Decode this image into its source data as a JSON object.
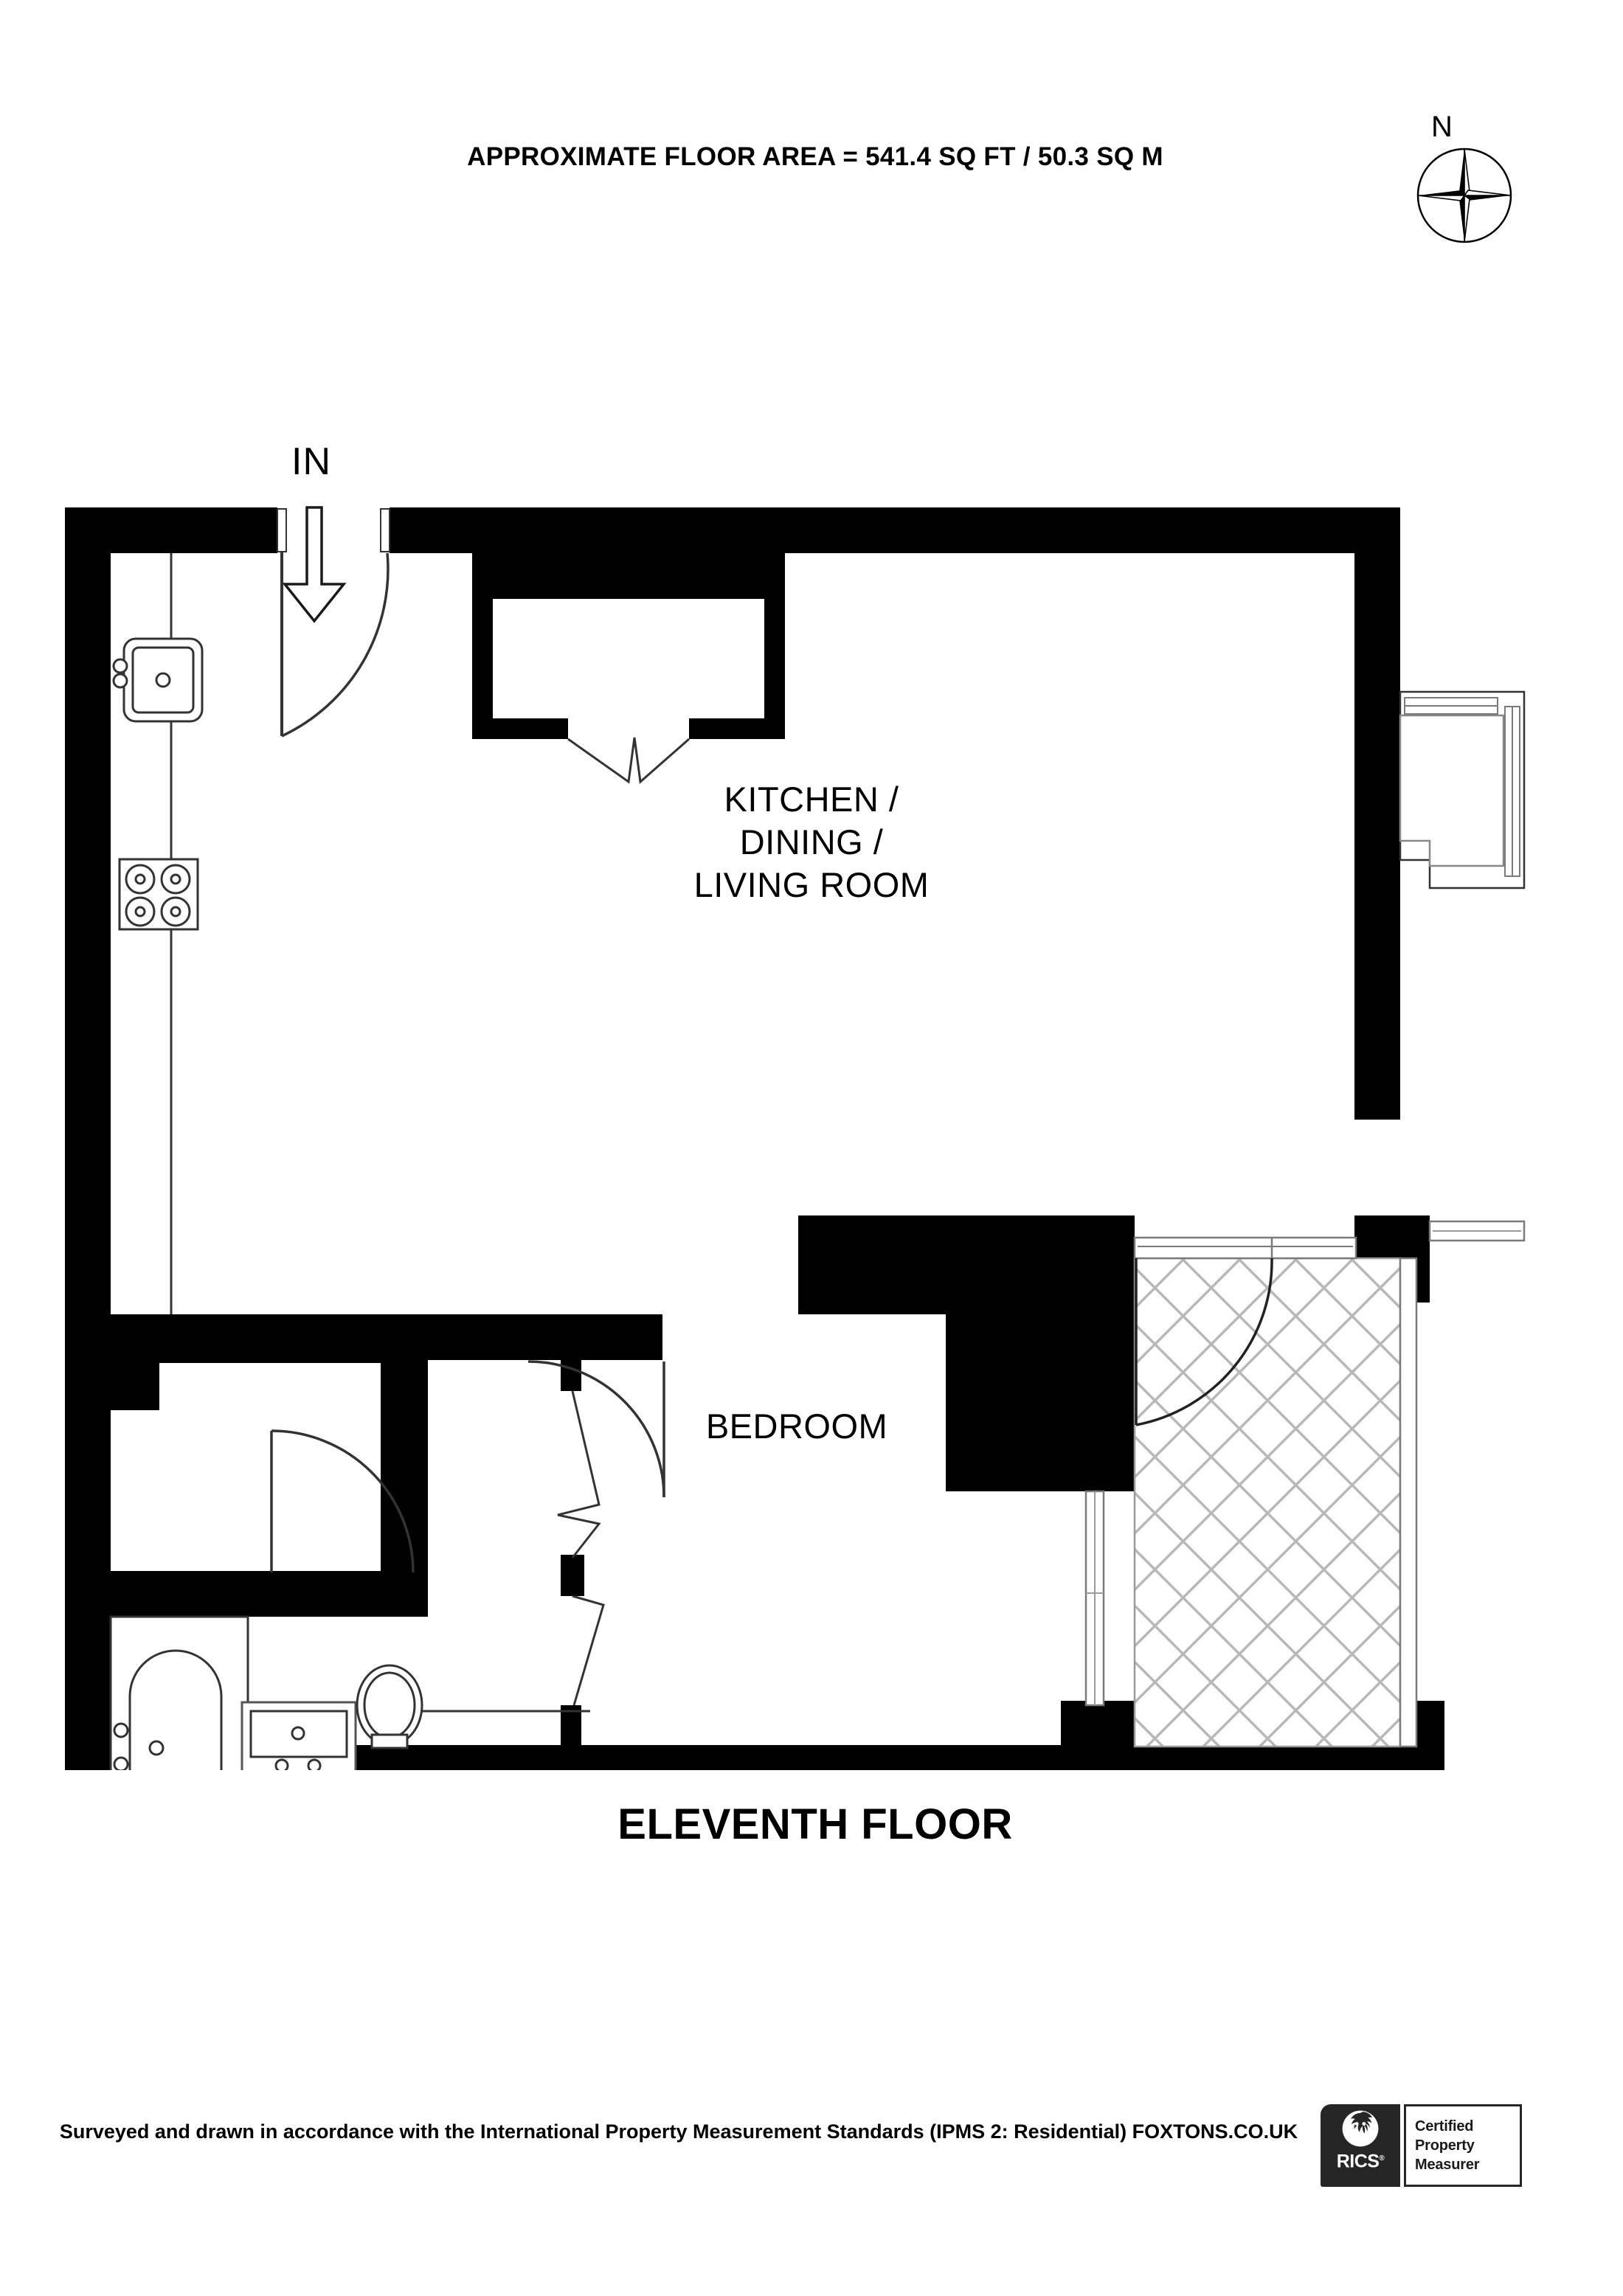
{
  "header": {
    "floor_area_text": "APPROXIMATE FLOOR AREA = 541.4 SQ FT / 50.3 SQ M"
  },
  "compass": {
    "north_label": "N",
    "icon": "compass-rose-icon"
  },
  "plan": {
    "entrance": {
      "label": "IN",
      "arrow_icon": "down-arrow-icon"
    },
    "rooms": [
      {
        "id": "kitchen_dining_living",
        "label": "KITCHEN /\nDINING /\nLIVING ROOM"
      },
      {
        "id": "bedroom",
        "label": "BEDROOM"
      }
    ],
    "fixtures": [
      {
        "id": "sink",
        "name": "kitchen-sink-icon"
      },
      {
        "id": "hob",
        "name": "kitchen-hob-icon"
      },
      {
        "id": "bath",
        "name": "bathtub-icon"
      },
      {
        "id": "basin",
        "name": "wash-basin-icon"
      },
      {
        "id": "wc",
        "name": "toilet-icon"
      },
      {
        "id": "cupboard",
        "name": "cupboard-icon"
      },
      {
        "id": "balcony",
        "name": "balcony-hatch-area"
      },
      {
        "id": "bay_window",
        "name": "bay-window-icon"
      }
    ],
    "colors": {
      "wall": "#000000",
      "line": "#1a1a1a",
      "hatch": "#b3b3b3",
      "background": "#ffffff"
    }
  },
  "floor_title": "ELEVENTH FLOOR",
  "footer": {
    "disclaimer": "Surveyed and drawn in accordance with the International Property Measurement Standards (IPMS 2: Residential) FOXTONS.CO.UK",
    "badge": {
      "brand": "RICS",
      "registered_mark": "®",
      "line1": "Certified",
      "line2": "Property",
      "line3": "Measurer"
    }
  }
}
